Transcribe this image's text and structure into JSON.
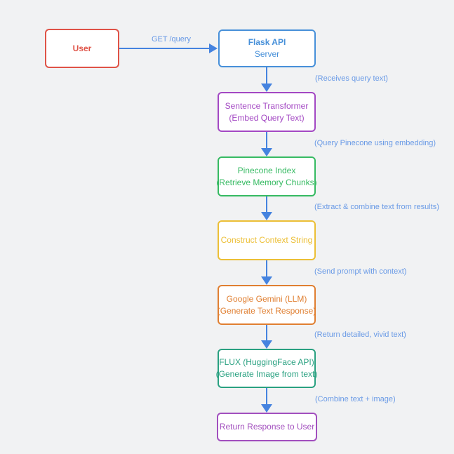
{
  "diagram": {
    "background_color": "#f1f2f3",
    "arrow_color": "#4583df",
    "edge_label_color": "#699ae6",
    "nodes": [
      {
        "id": "user",
        "lines": [
          "User"
        ],
        "color": "#df5347"
      },
      {
        "id": "flask-api",
        "lines": [
          "Flask API",
          "Server"
        ],
        "color": "#4790d9"
      },
      {
        "id": "sentence-transformer",
        "lines": [
          "Sentence Transformer",
          "(Embed Query Text)"
        ],
        "color": "#a348c3"
      },
      {
        "id": "pinecone-index",
        "lines": [
          "Pinecone Index",
          "(Retrieve Memory Chunks)"
        ],
        "color": "#36ba62"
      },
      {
        "id": "construct-context-string",
        "lines": [
          "Construct Context String"
        ],
        "color": "#ecbf36"
      },
      {
        "id": "google-gemini",
        "lines": [
          "Google Gemini (LLM)",
          "(Generate Text Response)"
        ],
        "color": "#e07f31"
      },
      {
        "id": "flux-huggingface",
        "lines": [
          "FLUX (HuggingFace API)",
          "(Generate Image from text)"
        ],
        "color": "#2aa181"
      },
      {
        "id": "return-response",
        "lines": [
          "Return Response to User"
        ],
        "color": "#a24fbe"
      }
    ],
    "edges": [
      {
        "from": "User",
        "to": "Flask API Server",
        "label": "GET /query"
      },
      {
        "from": "Flask API Server",
        "to": "Sentence Transformer",
        "label": "(Receives query text)"
      },
      {
        "from": "Sentence Transformer",
        "to": "Pinecone Index",
        "label": "(Query Pinecone using embedding)"
      },
      {
        "from": "Pinecone Index",
        "to": "Construct Context String",
        "label": "(Extract & combine text from results)"
      },
      {
        "from": "Construct Context String",
        "to": "Google Gemini (LLM)",
        "label": "(Send prompt with context)"
      },
      {
        "from": "Google Gemini (LLM)",
        "to": "FLUX (HuggingFace API)",
        "label": "(Return detailed, vivid text)"
      },
      {
        "from": "FLUX (HuggingFace API)",
        "to": "Return Response to User",
        "label": "(Combine text + image)"
      }
    ]
  }
}
